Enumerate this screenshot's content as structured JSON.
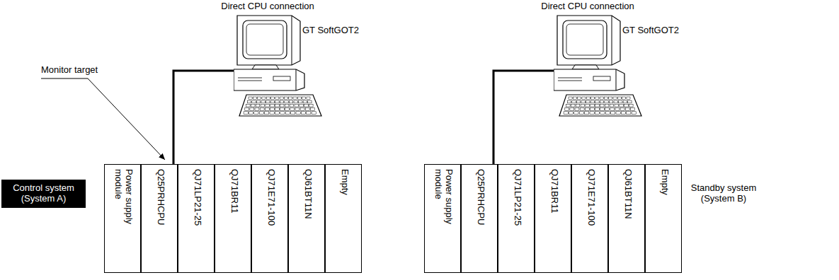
{
  "diagram": {
    "nodes": [
      {
        "text": [
          "Direct CPU connection",
          "GT SoftGOT2"
        ]
      },
      {
        "text": [
          "Direct CPU connection",
          "GT SoftGOT2"
        ]
      },
      {
        "text": [
          "Control system (System A)"
        ]
      },
      {
        "text": [
          "Power supply module"
        ]
      },
      {
        "text": [
          "Q25PRHCPU"
        ]
      },
      {
        "text": [
          "QJ71LP21-25"
        ]
      },
      {
        "text": [
          "QJ71BR11"
        ]
      },
      {
        "text": [
          "QJ71E71-100"
        ]
      },
      {
        "text": [
          "QJ61BT11N"
        ]
      },
      {
        "text": [
          "Empty"
        ]
      },
      {
        "text": [
          "Power supply module"
        ]
      },
      {
        "text": [
          "Q25PRHCPU"
        ]
      },
      {
        "text": [
          "QJ71LP21-25"
        ]
      },
      {
        "text": [
          "QJ71BR11"
        ]
      },
      {
        "text": [
          "QJ71E71-100"
        ]
      },
      {
        "text": [
          "QJ61BT11N"
        ]
      },
      {
        "text": [
          "Empty"
        ]
      }
    ],
    "edges": [
      {
        "from": 0,
        "to": 4,
        "arrow": "none"
      },
      {
        "from": 1,
        "to": 11,
        "arrow": "none"
      }
    ],
    "labels": [
      "Monitor target",
      "Standby system (System B)"
    ]
  }
}
